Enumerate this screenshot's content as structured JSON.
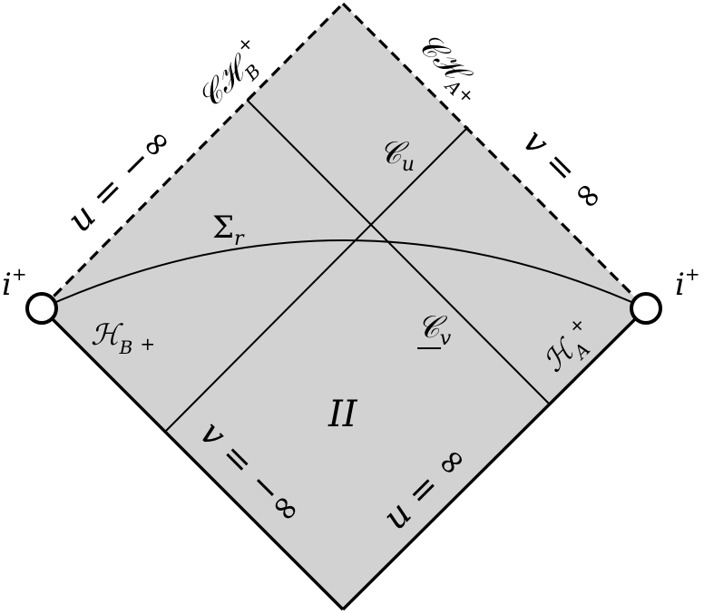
{
  "diagram": {
    "colors": {
      "region_fill": "#d2d2d2",
      "stroke": "#000000",
      "node_fill": "#ffffff"
    },
    "labels": {
      "i_plus_left": {
        "base": "i",
        "sup": "+"
      },
      "i_plus_right": {
        "base": "i",
        "sup": "+"
      },
      "ch_b": {
        "base": "𝒞ℋ",
        "sub": "B",
        "sup": "+"
      },
      "ch_a": {
        "base": "𝒞ℋ",
        "sub": "A",
        "sup": "+"
      },
      "u_minus_inf": "u = −∞",
      "v_inf": "v = ∞",
      "c_u": {
        "base": "𝒞",
        "sub": "u"
      },
      "c_v": {
        "base": "𝒞",
        "sub": "v"
      },
      "sigma_r": {
        "base": "Σ",
        "sub": "r"
      },
      "h_b": {
        "base": "ℋ",
        "sub": "B",
        "sup": "+"
      },
      "h_a": {
        "base": "ℋ",
        "sub": "A",
        "sup": "+"
      },
      "region_ii": "II",
      "v_minus_inf": "v = −∞",
      "u_inf": "u = ∞"
    }
  }
}
